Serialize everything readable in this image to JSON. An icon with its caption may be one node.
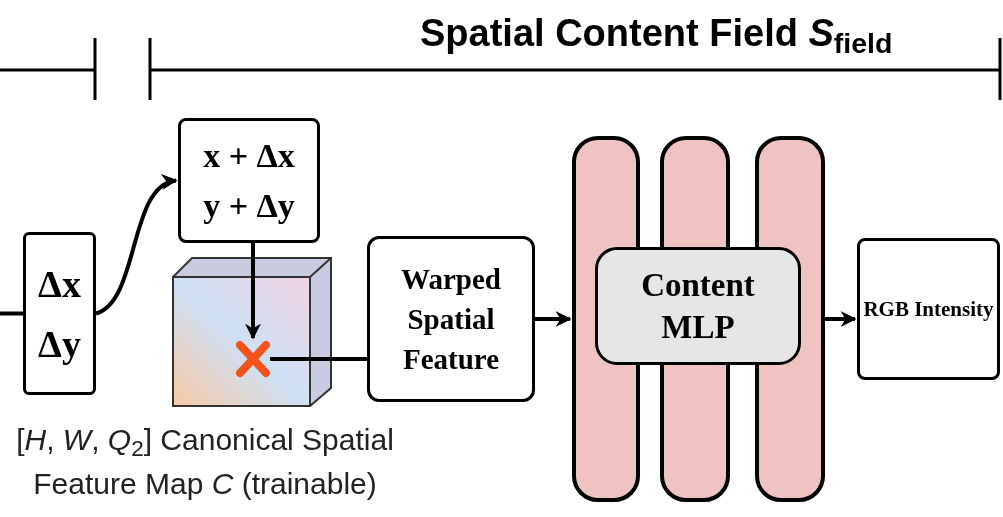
{
  "diagram": {
    "title": "Spatial Content Field *S*$_{field}$",
    "nodes": [
      {
        "text": [
          "Δx",
          "Δy"
        ]
      },
      {
        "text": [
          "x + Δx",
          "y + Δy"
        ]
      },
      {
        "text": [],
        "shape": "cube",
        "beside": [
          "[*H*, *W*, *Q*$_{2}$] Canonical Spatial Feature Map *C* (trainable)"
        ]
      },
      {
        "text": [],
        "shape": "cross",
        "in": 2
      },
      {
        "text": [
          "Warped Spatial Feature"
        ]
      },
      {
        "text": [],
        "shape": "bar"
      },
      {
        "text": [],
        "shape": "bar"
      },
      {
        "text": [],
        "shape": "bar"
      },
      {
        "text": [
          "Content MLP"
        ]
      },
      {
        "text": [
          "RGB Intensity"
        ]
      }
    ],
    "edges": [
      {
        "from": null,
        "to": 0,
        "arrow": "none"
      },
      {
        "from": 0,
        "to": 1,
        "arrow": "to"
      },
      {
        "from": 1,
        "to": 3,
        "arrow": "to"
      },
      {
        "from": 3,
        "to": 4,
        "arrow": "none"
      },
      {
        "from": 4,
        "to": 5,
        "arrow": "to"
      },
      {
        "from": 7,
        "to": 9,
        "arrow": "to"
      }
    ]
  }
}
